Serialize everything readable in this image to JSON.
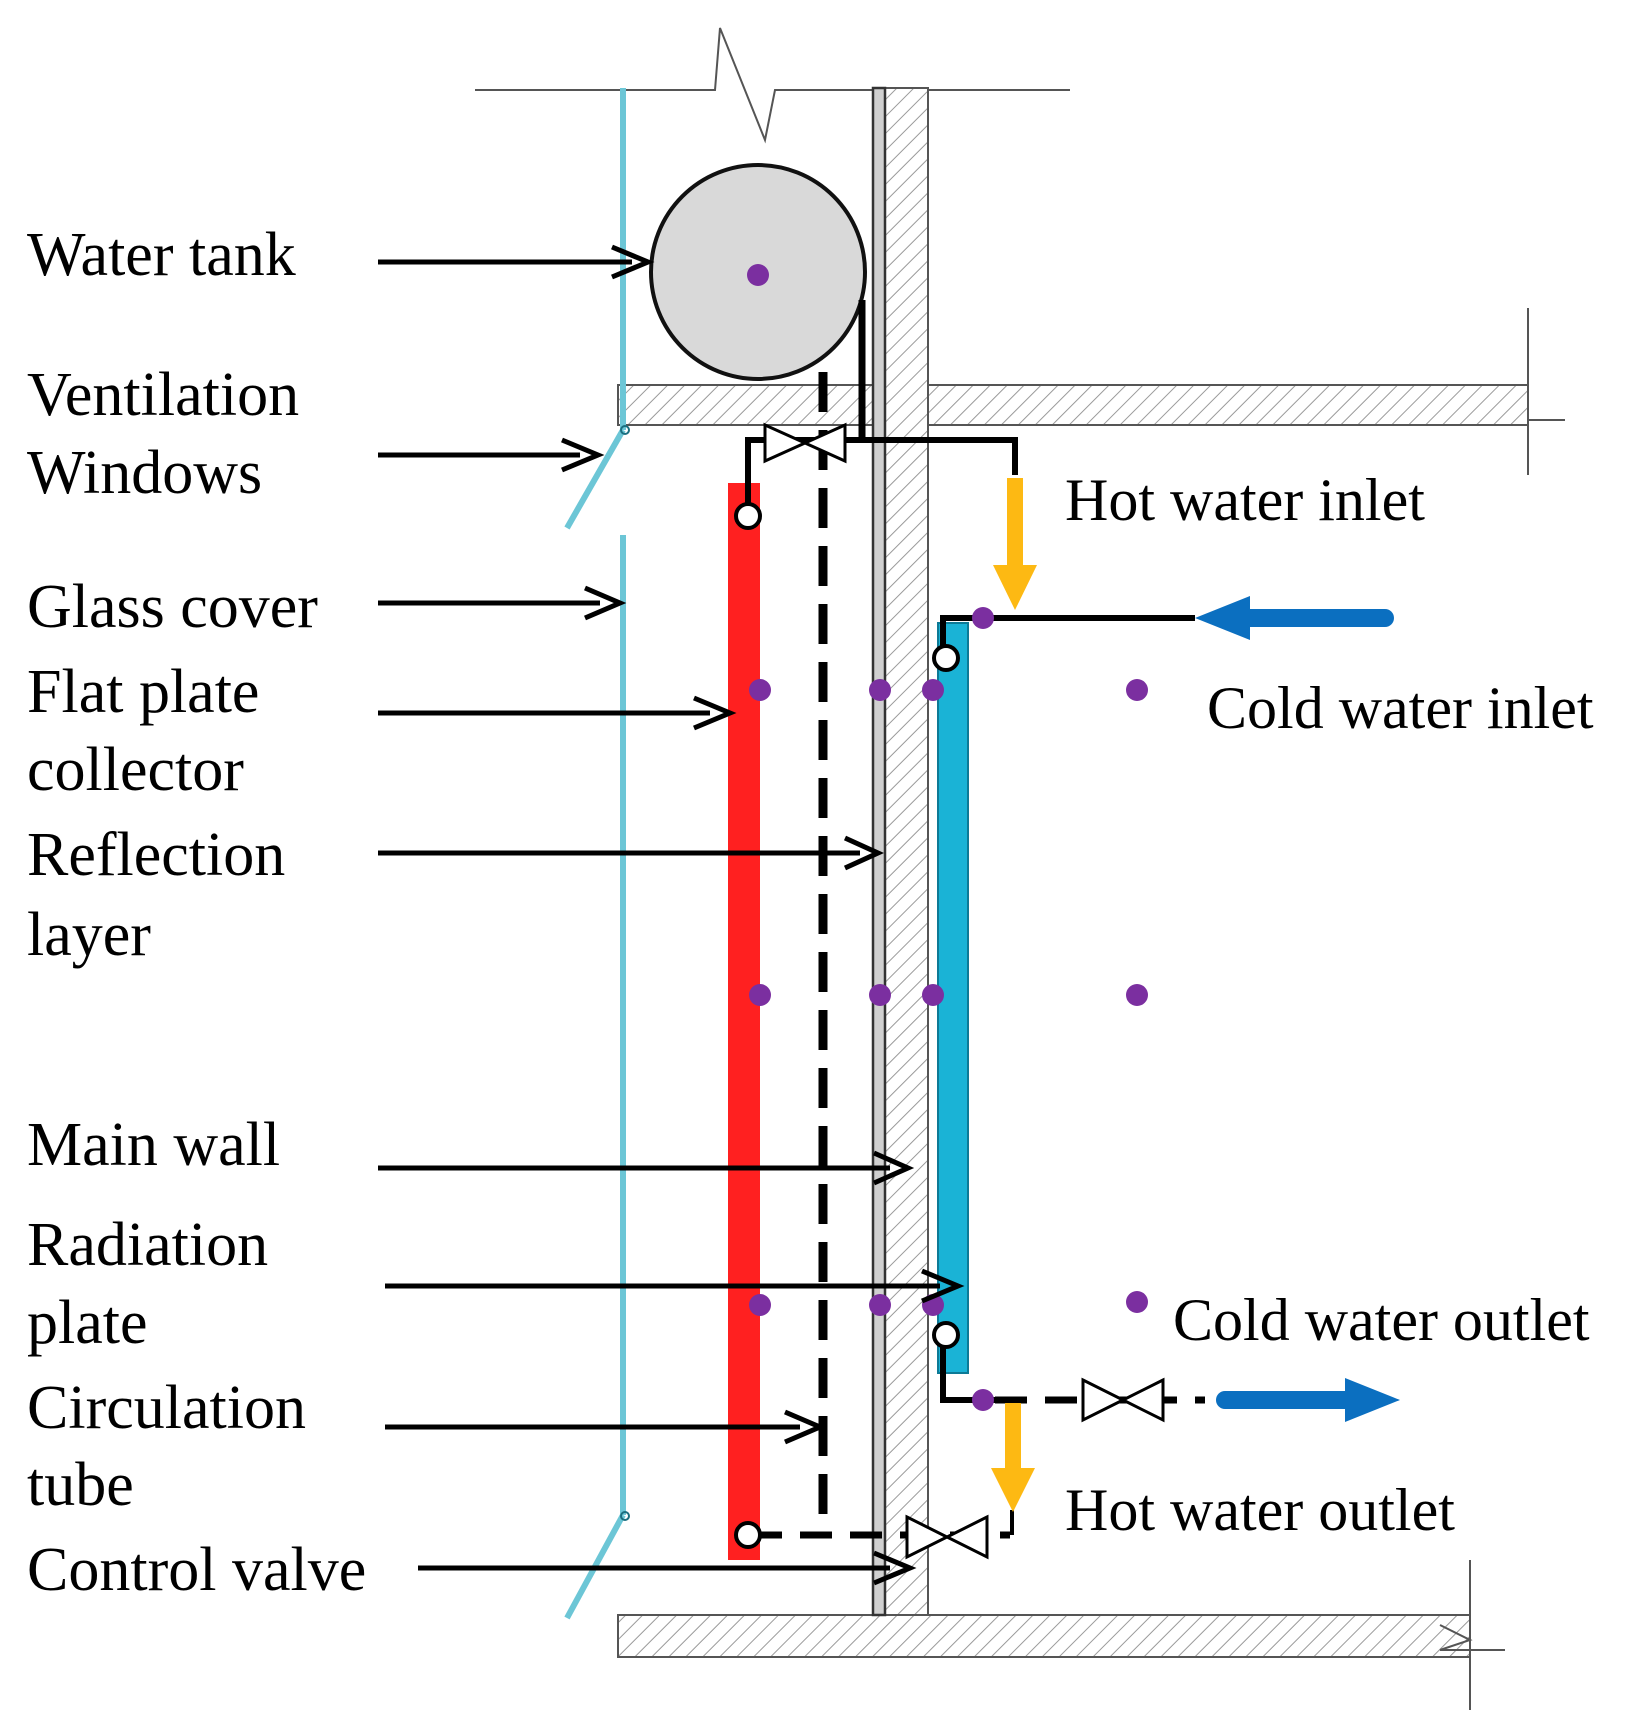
{
  "labels": {
    "water_tank": "Water tank",
    "ventilation_line1": "Ventilation",
    "ventilation_line2": "Windows",
    "glass_cover": "Glass cover",
    "flat_plate_line1": "Flat plate",
    "flat_plate_line2": "collector",
    "reflection_line1": "Reflection",
    "reflection_line2": "layer",
    "main_wall": "Main wall",
    "radiation_line1": "Radiation",
    "radiation_line2": "plate",
    "circulation_line1": "Circulation",
    "circulation_line2": "tube",
    "control_valve": "Control valve",
    "hot_water_inlet": "Hot water inlet",
    "cold_water_inlet": "Cold water inlet",
    "cold_water_outlet": "Cold water outlet",
    "hot_water_outlet": "Hot water outlet"
  },
  "colors": {
    "glass": "#6cc6d6",
    "collector": "#ff2020",
    "radiation_plate": "#1ab3d6",
    "cold_arrow": "#0b6fc0",
    "hot_arrow": "#fdb913",
    "measure_point": "#7b2fa0",
    "tank_fill": "#d9d9d9",
    "hatch": "#9a9a9a"
  },
  "icons": {
    "valve": "bowtie-valve-icon",
    "measure_point": "dot-icon"
  }
}
